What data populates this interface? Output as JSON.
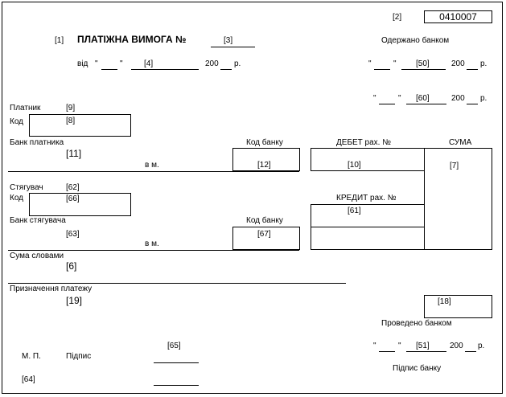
{
  "header": {
    "marker_2": "[2]",
    "form_code": "0410007",
    "marker_1": "[1]",
    "title": "ПЛАТІЖНА ВИМОГА №",
    "marker_3": "[3]",
    "received_by_bank": "Одержано банком",
    "from_label": "від",
    "quote_open": "\"",
    "quote_close": "\"",
    "marker_4": "[4]",
    "year_prefix": "200",
    "year_suffix": "р.",
    "marker_50": "[50]",
    "marker_60": "[60]"
  },
  "payer": {
    "label": "Платник",
    "marker_9": "[9]",
    "code_label": "Код",
    "marker_8": "[8]",
    "bank_label": "Банк платника",
    "marker_11": "[11]",
    "city_label": "в  м.",
    "bank_code_label": "Код банку",
    "marker_12": "[12]"
  },
  "accounts": {
    "debit_label": "ДЕБЕТ рах. №",
    "marker_10": "[10]",
    "sum_label": "СУМА",
    "marker_7": "[7]",
    "credit_label": "КРЕДИТ рах. №",
    "marker_61": "[61]"
  },
  "collector": {
    "label": "Стягувач",
    "marker_62": "[62]",
    "code_label": "Код",
    "marker_66": "[66]",
    "bank_label": "Банк стягувача",
    "marker_63": "[63]",
    "city_label": "в  м.",
    "bank_code_label": "Код банку",
    "marker_67": "[67]"
  },
  "amount": {
    "words_label": "Сума словами",
    "marker_6": "[6]"
  },
  "purpose": {
    "label": "Призначення платежу",
    "marker_19": "[19]"
  },
  "footer": {
    "marker_18": "[18]",
    "processed_by_bank": "Проведено банком",
    "marker_65": "[65]",
    "stamp_label": "М.  П.",
    "signature_label": "Підпис",
    "marker_51": "[51]",
    "year_prefix": "200",
    "year_suffix": "р.",
    "bank_signature_label": "Підпис банку",
    "marker_64": "[64]"
  }
}
